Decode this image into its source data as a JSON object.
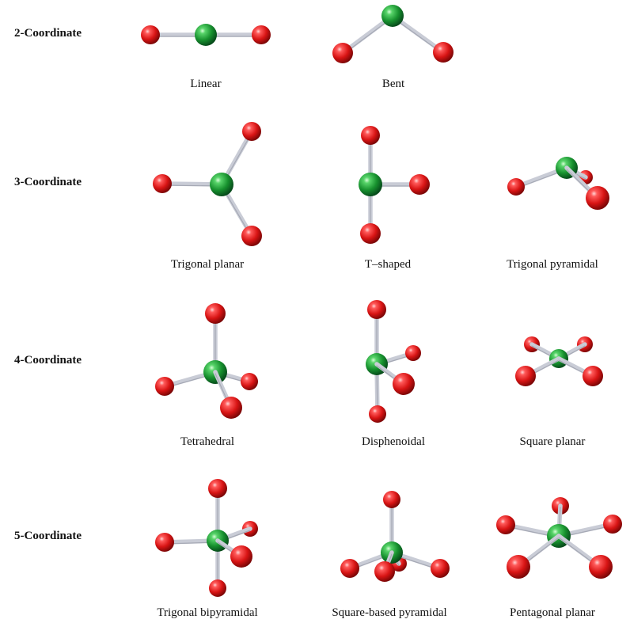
{
  "colors": {
    "central_atom": "#1f9a3a",
    "ligand_atom": "#d81e1e",
    "bond": "#c9ccd6"
  },
  "rows": [
    {
      "label": "2-Coordinate",
      "geometries": [
        {
          "name": "Linear"
        },
        {
          "name": "Bent"
        }
      ]
    },
    {
      "label": "3-Coordinate",
      "geometries": [
        {
          "name": "Trigonal planar"
        },
        {
          "name": "T–shaped"
        },
        {
          "name": "Trigonal pyramidal"
        }
      ]
    },
    {
      "label": "4-Coordinate",
      "geometries": [
        {
          "name": "Tetrahedral"
        },
        {
          "name": "Disphenoidal"
        },
        {
          "name": "Square planar"
        }
      ]
    },
    {
      "label": "5-Coordinate",
      "geometries": [
        {
          "name": "Trigonal bipyramidal"
        },
        {
          "name": "Square-based pyramidal"
        },
        {
          "name": "Pentagonal planar"
        }
      ]
    }
  ]
}
